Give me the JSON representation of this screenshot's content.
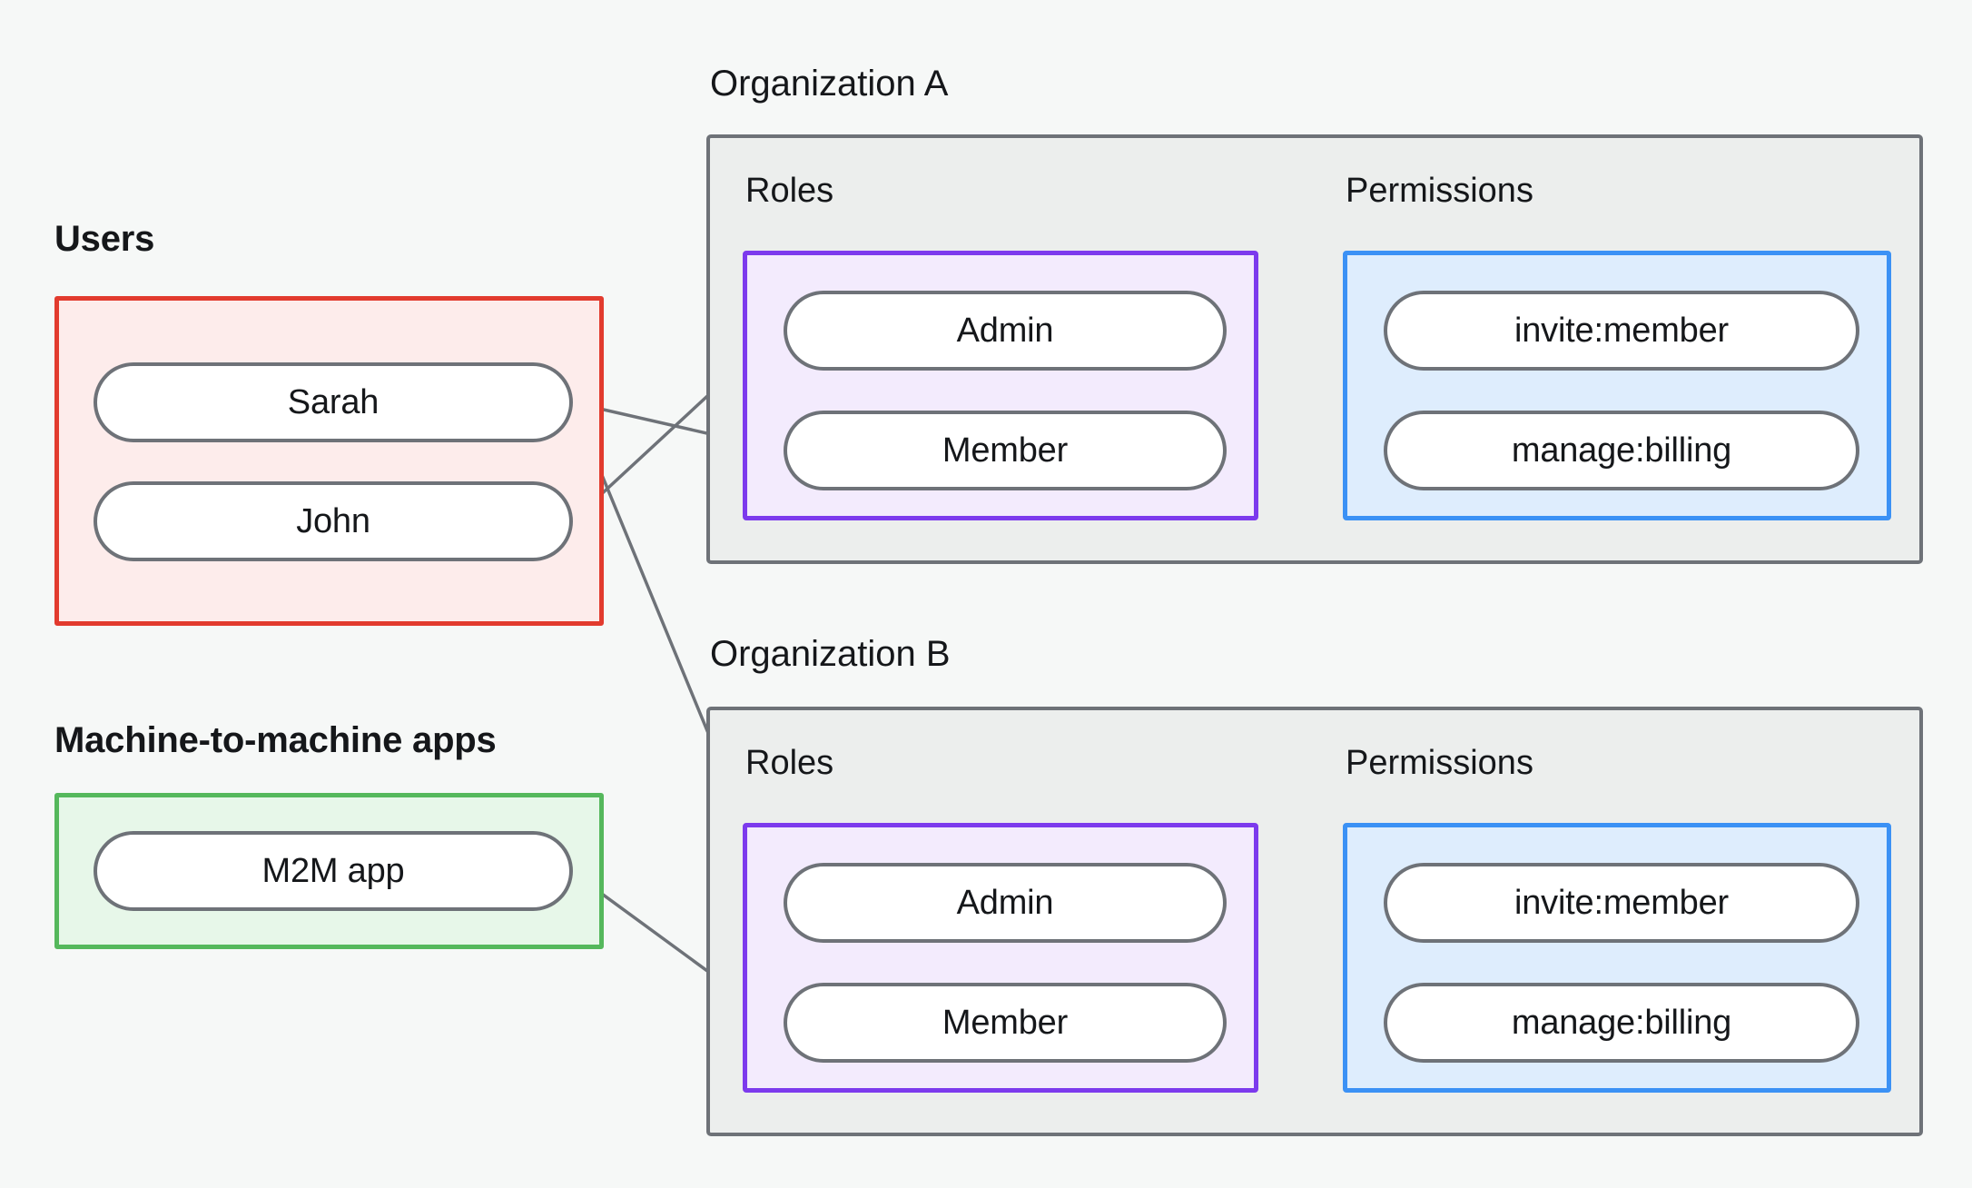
{
  "diagram": {
    "background_color": "#f6f8f7",
    "edge_color": "#6e7278"
  },
  "users_group": {
    "label": "Users",
    "border_color": "#e23b2e",
    "fill_color": "#fdeceb",
    "items": [
      {
        "label": "Sarah"
      },
      {
        "label": "John"
      }
    ]
  },
  "m2m_group": {
    "label": "Machine-to-machine apps",
    "border_color": "#55b85c",
    "fill_color": "#e7f7e9",
    "items": [
      {
        "label": "M2M app"
      }
    ]
  },
  "organizations": [
    {
      "title": "Organization A",
      "roles_panel": {
        "title": "Roles",
        "border_color": "#7c3aed",
        "fill_color": "#f3ebfd",
        "items": [
          {
            "label": "Admin"
          },
          {
            "label": "Member"
          }
        ]
      },
      "permissions_panel": {
        "title": "Permissions",
        "border_color": "#3b91f5",
        "fill_color": "#deedfd",
        "items": [
          {
            "label": "invite:member"
          },
          {
            "label": "manage:billing"
          }
        ]
      }
    },
    {
      "title": "Organization B",
      "roles_panel": {
        "title": "Roles",
        "border_color": "#7c3aed",
        "fill_color": "#f3ebfd",
        "items": [
          {
            "label": "Admin"
          },
          {
            "label": "Member"
          }
        ]
      },
      "permissions_panel": {
        "title": "Permissions",
        "border_color": "#3b91f5",
        "fill_color": "#deedfd",
        "items": [
          {
            "label": "invite:member"
          },
          {
            "label": "manage:billing"
          }
        ]
      }
    }
  ],
  "connections": [
    {
      "from": "John",
      "to": "Organization A / Admin"
    },
    {
      "from": "Sarah",
      "to": "Organization A / Member"
    },
    {
      "from": "Sarah",
      "to": "Organization B / Admin"
    },
    {
      "from": "M2M app",
      "to": "Organization B / Member"
    },
    {
      "from": "Organization A / Admin",
      "to": "Organization A / invite:member"
    },
    {
      "from": "Organization A / Admin",
      "to": "Organization A / manage:billing"
    },
    {
      "from": "Organization A / Member",
      "to": "Organization A / manage:billing"
    },
    {
      "from": "Organization B / Admin",
      "to": "Organization B / invite:member"
    },
    {
      "from": "Organization B / Admin",
      "to": "Organization B / manage:billing"
    },
    {
      "from": "Organization B / Member",
      "to": "Organization B / manage:billing"
    }
  ]
}
